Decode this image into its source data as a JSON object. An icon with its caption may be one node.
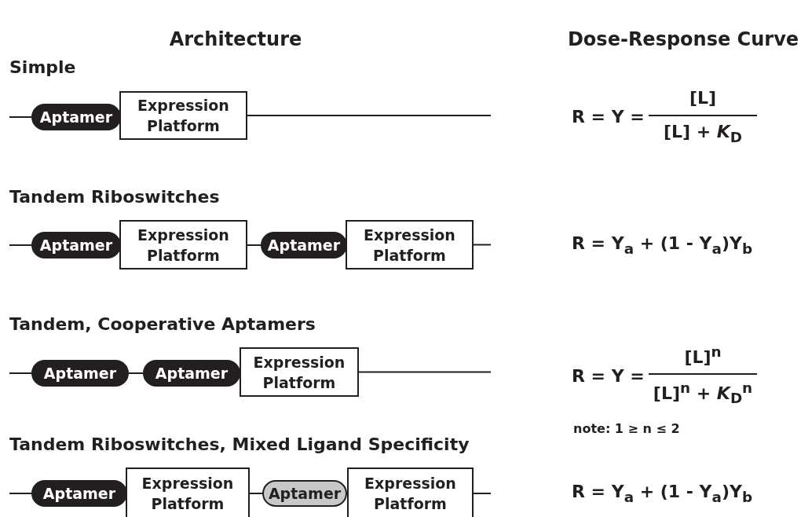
{
  "diagram": {
    "nodes": [
      {
        "text": [
          "Aptamer"
        ]
      },
      {
        "text": [
          "Expression Platform"
        ]
      },
      {
        "text": [
          "Aptamer"
        ]
      },
      {
        "text": [
          "Expression Platform"
        ]
      },
      {
        "text": [
          "Aptamer"
        ]
      },
      {
        "text": [
          "Expression Platform"
        ]
      },
      {
        "text": [
          "Aptamer"
        ]
      },
      {
        "text": [
          "Aptamer"
        ]
      },
      {
        "text": [
          "Expression Platform"
        ]
      },
      {
        "text": [
          "Aptamer"
        ]
      },
      {
        "text": [
          "Expression Platform"
        ]
      },
      {
        "text": [
          "Aptamer"
        ]
      },
      {
        "text": [
          "Expression Platform"
        ]
      }
    ],
    "edges": [
      {
        "from": null,
        "to": 0,
        "arrow": "none"
      },
      {
        "from": 1,
        "to": null,
        "arrow": "none"
      },
      {
        "from": null,
        "to": 2,
        "arrow": "none"
      },
      {
        "from": 3,
        "to": 4,
        "arrow": "none"
      },
      {
        "from": 5,
        "to": null,
        "arrow": "none"
      },
      {
        "from": null,
        "to": 6,
        "arrow": "none"
      },
      {
        "from": 6,
        "to": 7,
        "arrow": "none"
      },
      {
        "from": 8,
        "to": null,
        "arrow": "none"
      },
      {
        "from": null,
        "to": 9,
        "arrow": "none"
      },
      {
        "from": 10,
        "to": 11,
        "arrow": "none"
      },
      {
        "from": 12,
        "to": null,
        "arrow": "none"
      }
    ],
    "labels": [
      "Architecture",
      "Dose-Response Curve",
      "Simple",
      "R = Y =",
      "[L]",
      "[L]  +  *K*$_{D}$",
      "Tandem Riboswitches",
      "R = Y$_{a}$ + (1 - Y$_{a}$)Y$_{b}$",
      "Tandem, Cooperative Aptamers",
      "R = Y =",
      "[L]$^{n}$",
      "[L]$^{n}$ + *K*$_{D}$$^{n}$",
      "note: 1 ≥ n ≤ 2",
      "Tandem Riboswitches, Mixed Ligand Specificity",
      "R = Y$_{a}$ + (1 - Y$_{a}$)Y$_{b}$"
    ]
  }
}
